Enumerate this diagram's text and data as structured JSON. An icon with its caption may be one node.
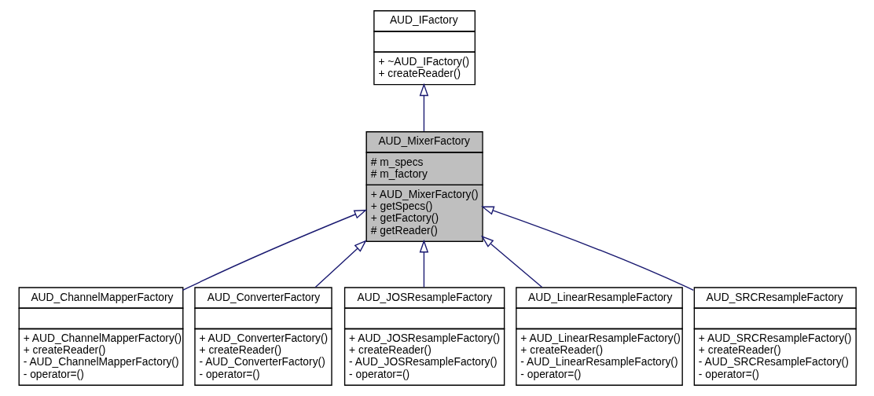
{
  "diagram": {
    "nodes": [
      {
        "text": [
          "AUD_IFactory",
          "+ ~AUD_IFactory()",
          "+ createReader()"
        ]
      },
      {
        "text": [
          "AUD_MixerFactory",
          "# m_specs",
          "# m_factory",
          "+ AUD_MixerFactory()",
          "+ getSpecs()",
          "+ getFactory()",
          "# getReader()"
        ]
      },
      {
        "text": [
          "AUD_ChannelMapperFactory",
          "+ AUD_ChannelMapperFactory()",
          "+ createReader()",
          "- AUD_ChannelMapperFactory()",
          "- operator=()"
        ]
      },
      {
        "text": [
          "AUD_ConverterFactory",
          "+ AUD_ConverterFactory()",
          "+ createReader()",
          "- AUD_ConverterFactory()",
          "- operator=()"
        ]
      },
      {
        "text": [
          "AUD_JOSResampleFactory",
          "+ AUD_JOSResampleFactory()",
          "+ createReader()",
          "- AUD_JOSResampleFactory()",
          "- operator=()"
        ]
      },
      {
        "text": [
          "AUD_LinearResampleFactory",
          "+ AUD_LinearResampleFactory()",
          "+ createReader()",
          "- AUD_LinearResampleFactory()",
          "- operator=()"
        ]
      },
      {
        "text": [
          "AUD_SRCResampleFactory",
          "+ AUD_SRCResampleFactory()",
          "+ createReader()",
          "- AUD_SRCResampleFactory()",
          "- operator=()"
        ]
      }
    ],
    "edges": [
      {
        "from": 1,
        "to": 0,
        "arrow": "to"
      },
      {
        "from": 2,
        "to": 1,
        "arrow": "to"
      },
      {
        "from": 3,
        "to": 1,
        "arrow": "to"
      },
      {
        "from": 4,
        "to": 1,
        "arrow": "to"
      },
      {
        "from": 5,
        "to": 1,
        "arrow": "to"
      },
      {
        "from": 6,
        "to": 1,
        "arrow": "to"
      }
    ]
  }
}
